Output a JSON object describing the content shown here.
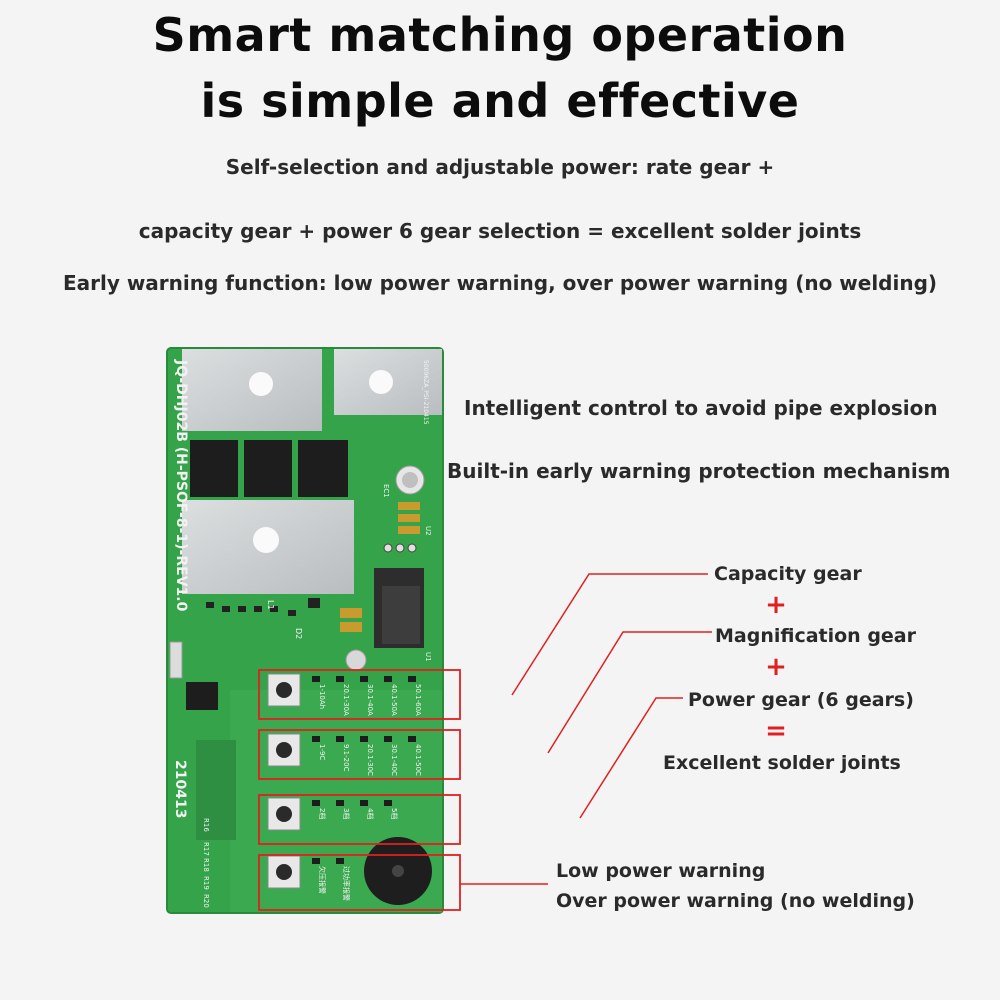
{
  "headline": {
    "line1": "Smart matching operation",
    "line2": "is simple and effective"
  },
  "description": {
    "line1": "Self-selection and adjustable power: rate gear +",
    "line2": "capacity gear + power 6 gear selection = excellent solder joints",
    "line3": "Early warning function: low power warning, over power warning (no welding)"
  },
  "features": {
    "control": "Intelligent control to avoid pipe explosion",
    "protection": "Built-in early warning protection mechanism"
  },
  "gears": {
    "capacity": "Capacity gear",
    "magnification": "Magnification gear",
    "power": "Power gear (6 gears)",
    "result": "Excellent solder joints",
    "plus": "+",
    "equals": "="
  },
  "warnings": {
    "low": "Low power warning",
    "over": "Over power warning (no welding)"
  },
  "board": {
    "model": "JQ-DHJ02B (H-PSOF-8-1)-REV1.0",
    "date": "210413",
    "small_code": "50096ZA_PSI-210415",
    "ec1": "EC1",
    "u2": "U2",
    "u1": "U1",
    "l1": "L1",
    "d2": "D2",
    "r_labels": [
      "R16",
      "R17",
      "R18",
      "R19",
      "R20"
    ],
    "row1": [
      "1-10Ah",
      "20.1-30A",
      "30.1-40A",
      "40.1-50A",
      "50.1-60A"
    ],
    "row2": [
      "1-9C",
      "9.1-20C",
      "20.1-30C",
      "30.1-40C",
      "40.1-50C"
    ],
    "row3": [
      "2档",
      "3档",
      "4档",
      "5档"
    ],
    "row4": [
      "欠压报警",
      "过功率报警"
    ]
  },
  "colors": {
    "pcb": "#35a34a",
    "pcb_dark": "#1f7a36",
    "highlight": "#e02020",
    "copper": "#cfd2d3"
  }
}
